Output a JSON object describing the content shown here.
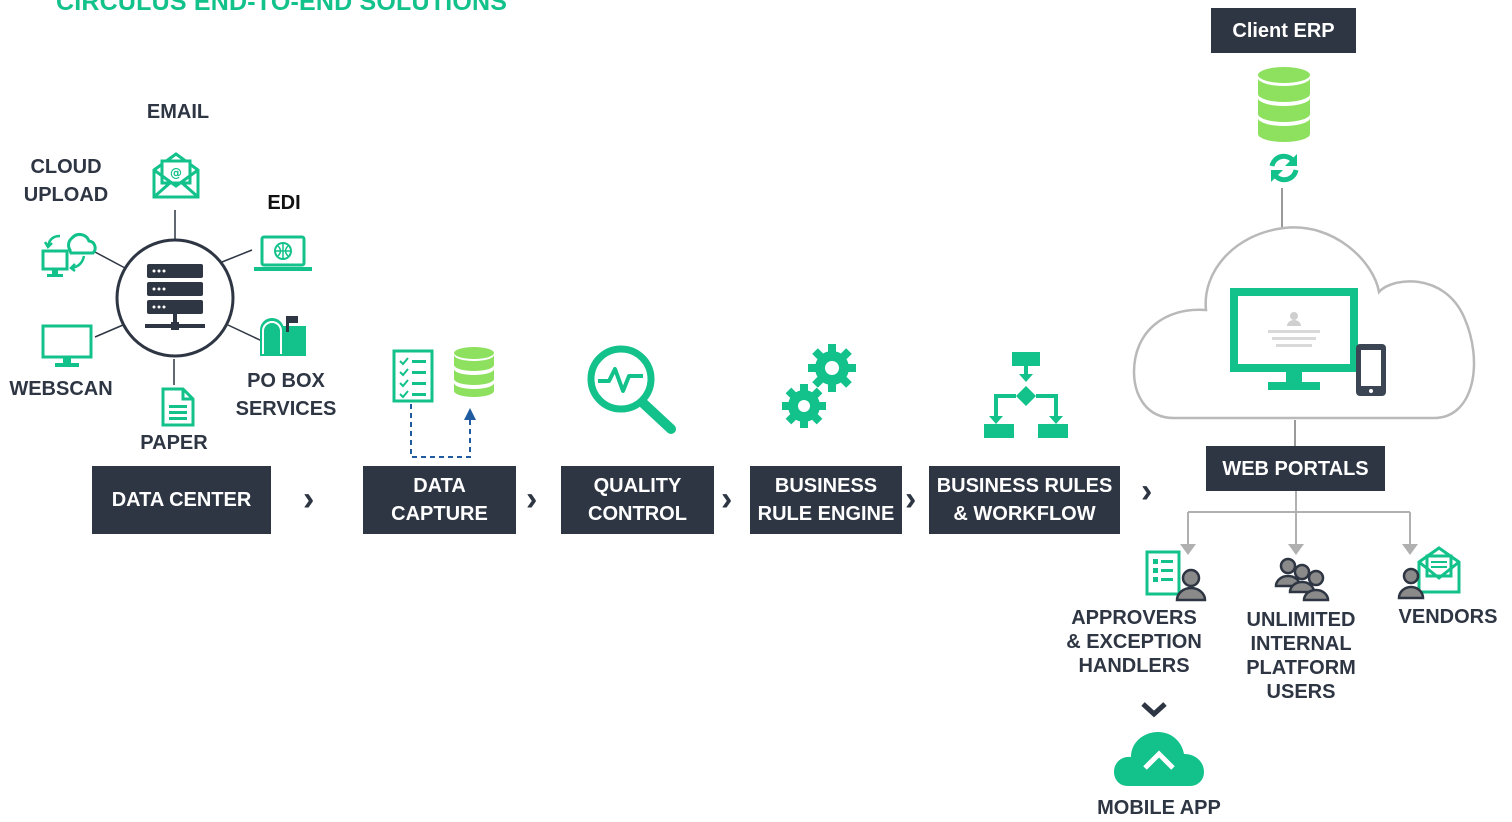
{
  "title": "CIRCULUS END-TO-END SOLUTIONS",
  "sources": {
    "email": "EMAIL",
    "cloud_upload": "CLOUD\nUPLOAD",
    "edi": "EDI",
    "webscan": "WEBSCAN",
    "paper": "PAPER",
    "po_box": "PO BOX\nSERVICES"
  },
  "stages": [
    {
      "label": "DATA CENTER"
    },
    {
      "label": "DATA\nCAPTURE"
    },
    {
      "label": "QUALITY\nCONTROL"
    },
    {
      "label": "BUSINESS\nRULE ENGINE"
    },
    {
      "label": "BUSINESS RULES\n& WORKFLOW"
    }
  ],
  "client_erp": "Client ERP",
  "web_portals": "WEB PORTALS",
  "users": {
    "approvers": "APPROVERS\n& EXCEPTION\nHANDLERS",
    "internal": "UNLIMITED\nINTERNAL\nPLATFORM\nUSERS",
    "vendors": "VENDORS",
    "mobile": "MOBILE APP"
  },
  "colors": {
    "accent": "#13c18a",
    "light_green": "#8ee05f",
    "dark": "#2e3543",
    "gray": "#9a9a9a",
    "blue": "#1f5b9e"
  }
}
